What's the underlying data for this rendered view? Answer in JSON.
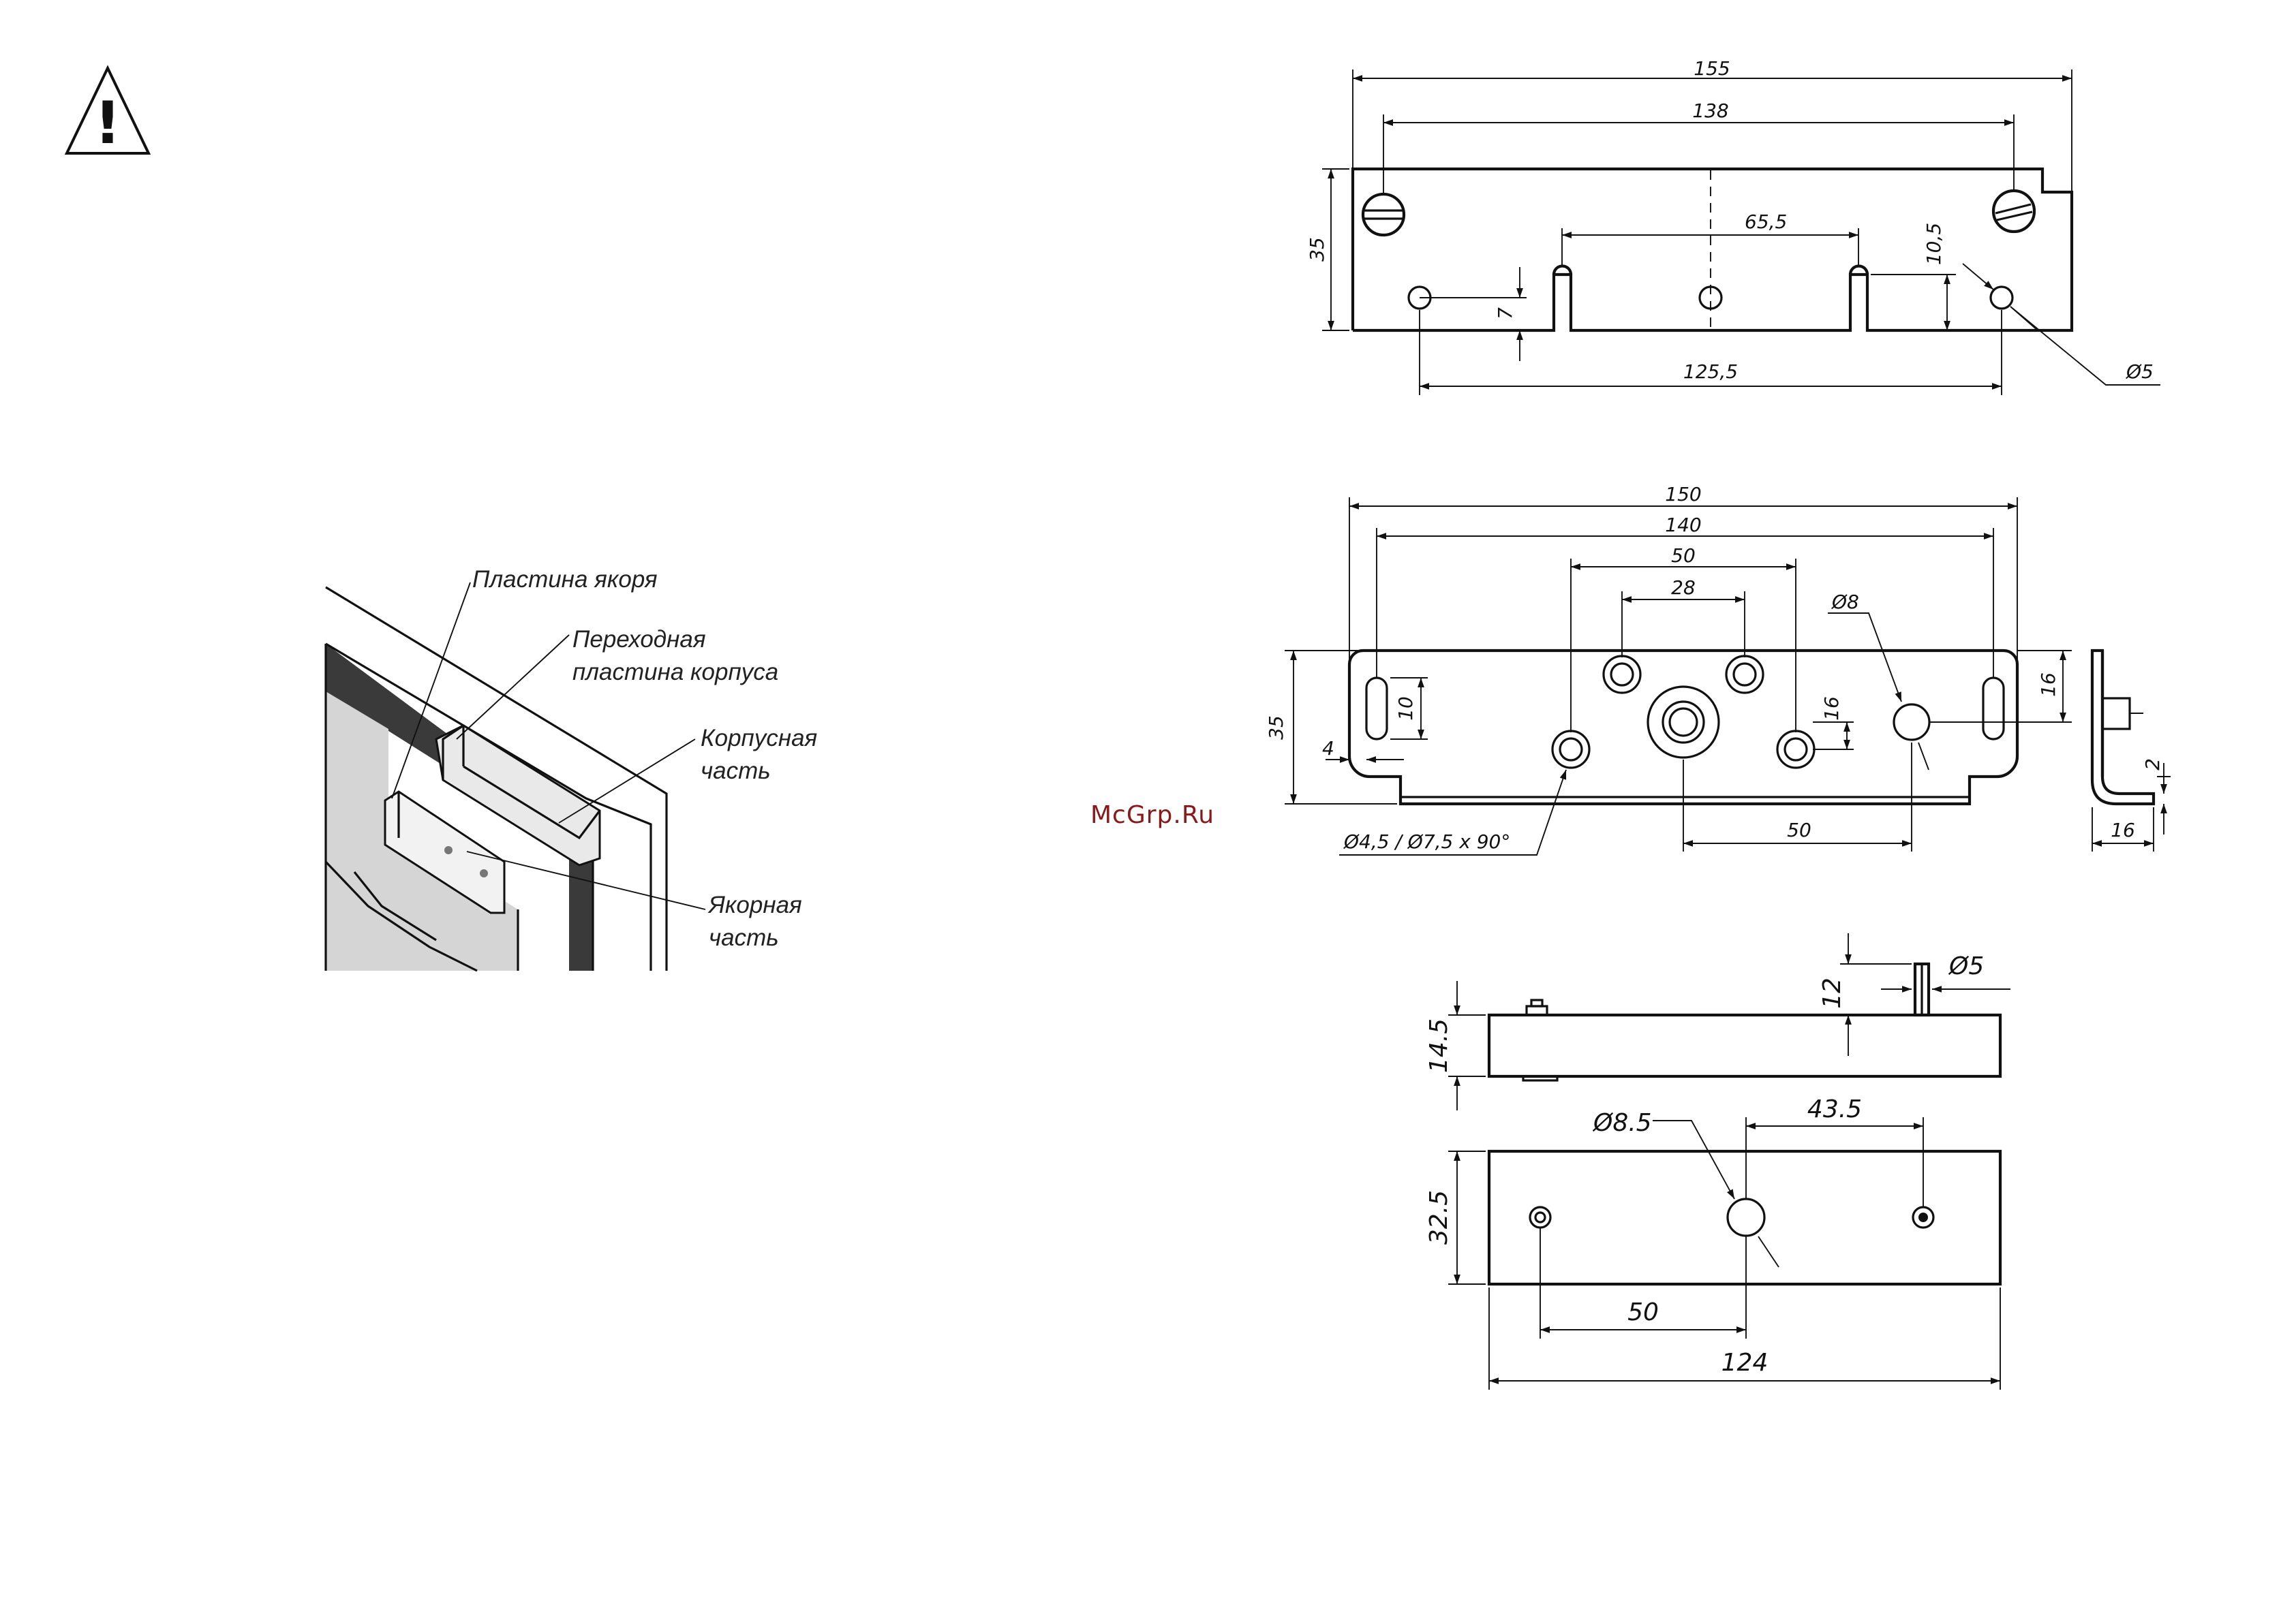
{
  "warning": {
    "icon": "warning-triangle-icon",
    "glyph": "!"
  },
  "labels": {
    "armature_plate": "Пластина якоря",
    "transition_plate_1": "Переходная",
    "transition_plate_2": "пластина корпуса",
    "body_part_1": "Корпусная",
    "body_part_2": "часть",
    "armature_part_1": "Якорная",
    "armature_part_2": "часть"
  },
  "watermark": "McGrp.Ru",
  "drawing1": {
    "overall_length": "155",
    "hole_span": "138",
    "slot_spacing": "65,5",
    "height": "35",
    "slot_depth": "10,5",
    "hole_offset": "7",
    "bottom_hole_span": "125,5",
    "hole_diameter": "Ø5"
  },
  "drawing2": {
    "overall_length": "150",
    "slot_span": "140",
    "hole_span": "50",
    "inner_hole_span": "28",
    "hole_diameter": "Ø8",
    "height": "35",
    "slot_length": "10",
    "edge_offset": "4",
    "hole_offset": "16",
    "right_height": "16",
    "bottom_span": "50",
    "countersink": "Ø4,5 / Ø7,5 x 90°",
    "side_thickness": "2",
    "side_width": "16"
  },
  "drawing3": {
    "pin_diameter": "Ø5",
    "pin_height": "12",
    "body_height": "14.5",
    "hole_diameter": "Ø8.5",
    "hole_spacing": "43.5",
    "width": "32.5",
    "left_spacing": "50",
    "length": "124"
  },
  "colors": {
    "line": "#111111",
    "wall_dark": "#3a3a3a",
    "wall_grey": "#d4d4d4",
    "watermark": "#8a1a1a"
  }
}
